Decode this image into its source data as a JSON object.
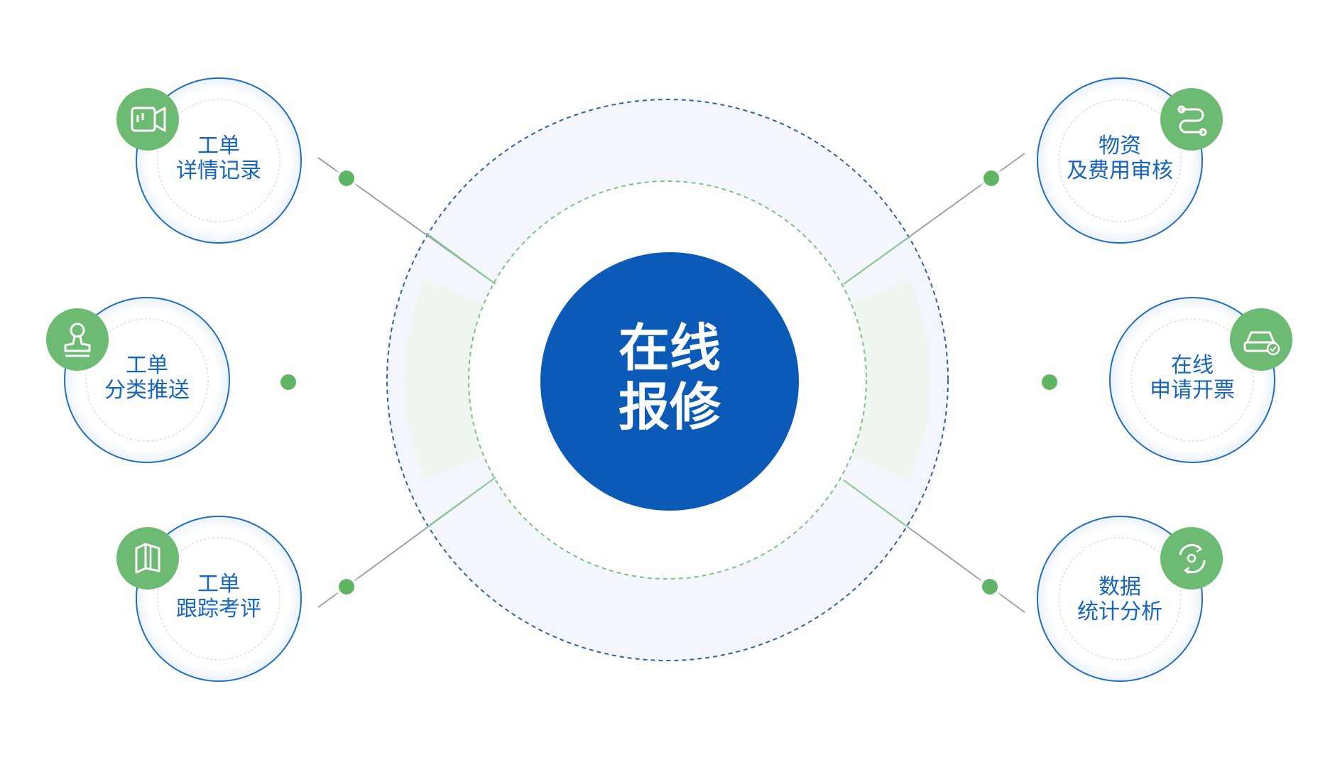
{
  "center": {
    "line1": "在线",
    "line2": "报修"
  },
  "colors": {
    "blue": "#0b5ab7",
    "green": "#6dbb72",
    "ring": "#f3f7fd",
    "text": "#1565c0"
  },
  "features": [
    {
      "id": "detail-record",
      "line1": "工单",
      "line2": "详情记录",
      "icon": "video-camera-icon"
    },
    {
      "id": "classify-push",
      "line1": "工单",
      "line2": "分类推送",
      "icon": "stamp-icon"
    },
    {
      "id": "track-review",
      "line1": "工单",
      "line2": "跟踪考评",
      "icon": "map-icon"
    },
    {
      "id": "materials-cost",
      "line1": "物资",
      "line2": "及费用审核",
      "icon": "route-icon"
    },
    {
      "id": "invoice",
      "line1": "在线",
      "line2": "申请开票",
      "icon": "car-check-icon"
    },
    {
      "id": "statistics",
      "line1": "数据",
      "line2": "统计分析",
      "icon": "cycle-icon"
    }
  ]
}
